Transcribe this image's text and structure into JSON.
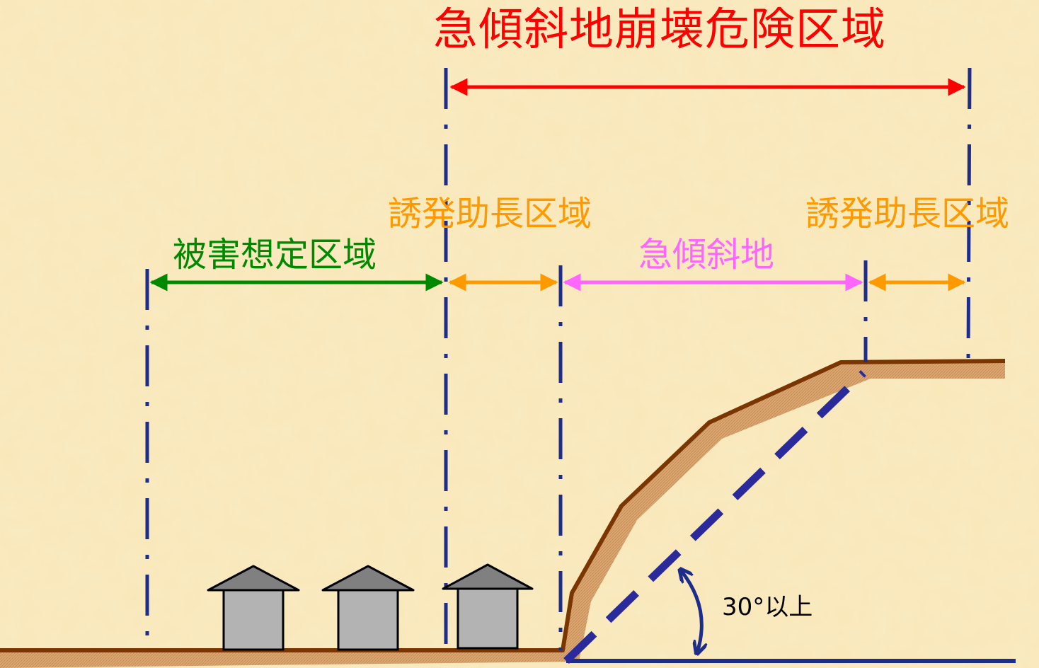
{
  "colors": {
    "background": "#f8e7b8",
    "title": "#ff0000",
    "damage_zone": "#008800",
    "induce_zone": "#ff9900",
    "slope_zone": "#ff66ff",
    "boundary_line": "#1f2d8a",
    "ground_line": "#7a3500",
    "soil_fill": "#d9a26a",
    "house_fill": "#b3b3b3",
    "roof_fill": "#808080",
    "baseline": "#1f2d8a"
  },
  "labels": {
    "title": "急傾斜地崩壊危険区域",
    "induce_left": "誘発助長区域",
    "induce_right": "誘発助長区域",
    "damage": "被害想定区域",
    "slope": "急傾斜地",
    "angle": "30°以上"
  },
  "icons": {
    "house": "house-icon",
    "angle_arrow": "curved-double-arrow-icon"
  }
}
